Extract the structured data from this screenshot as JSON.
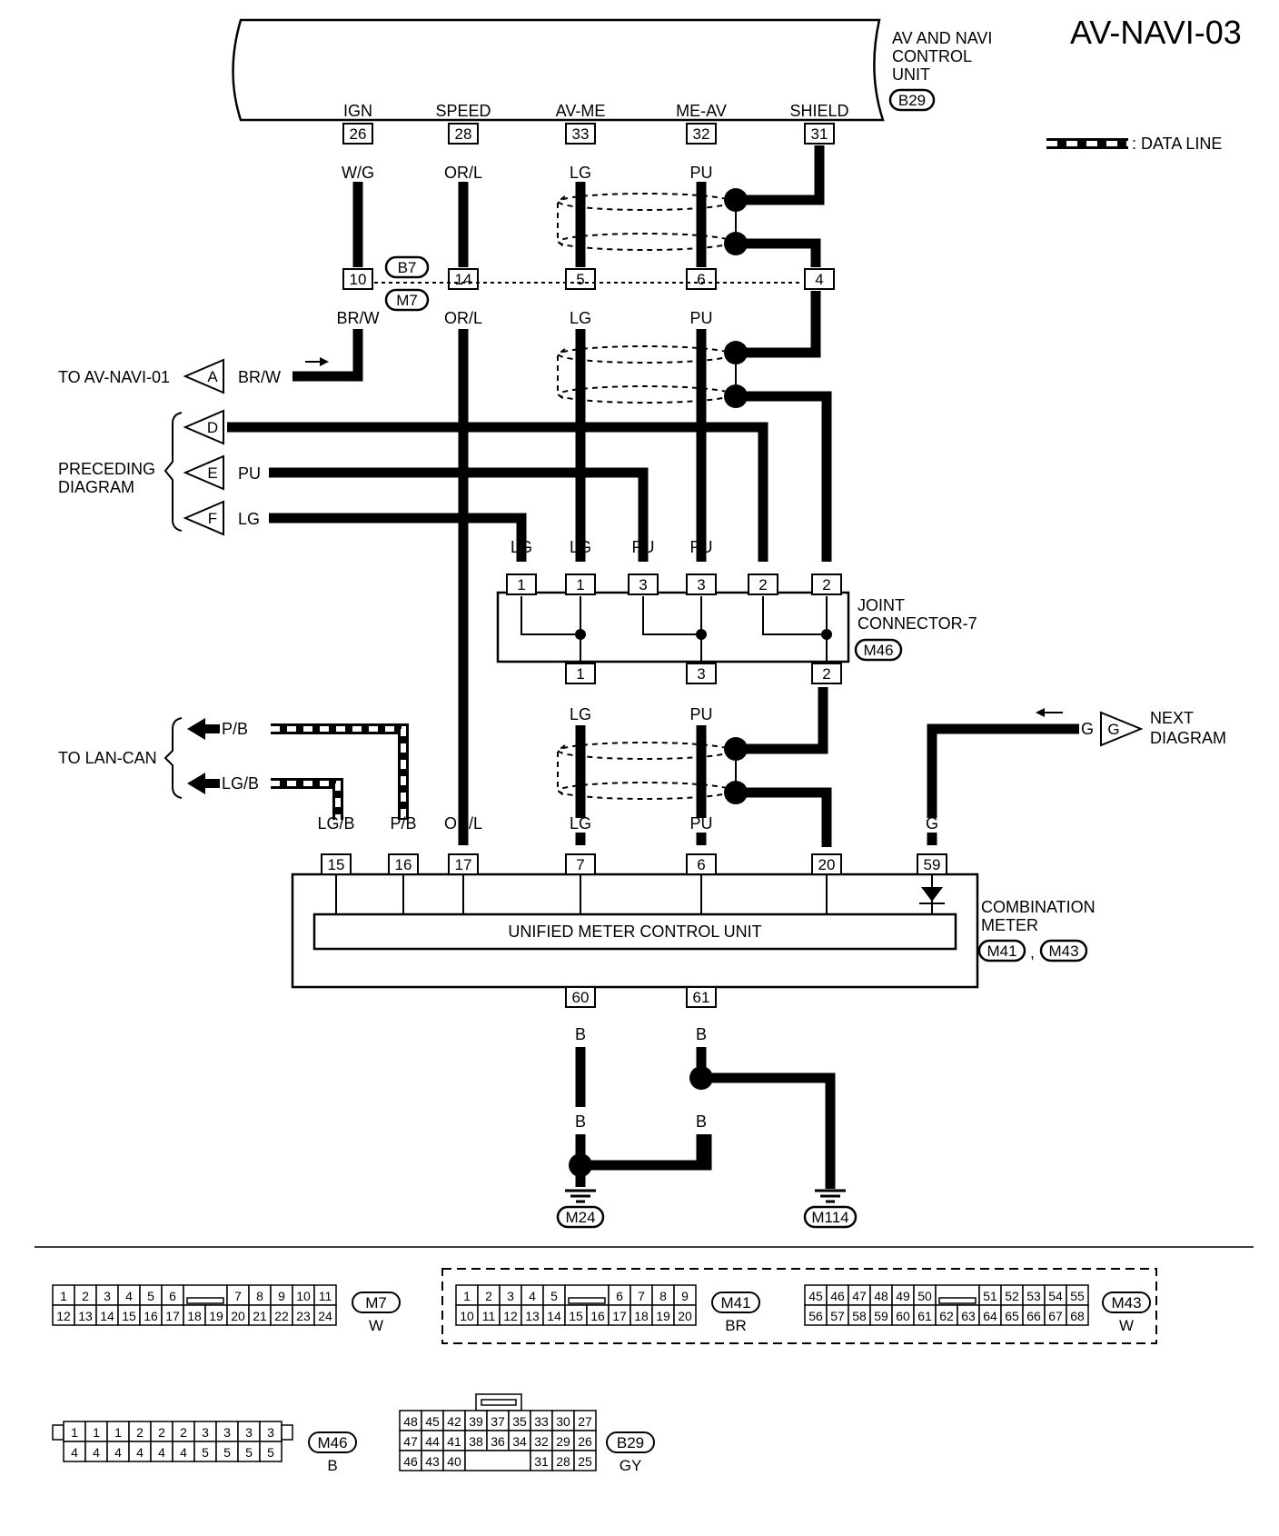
{
  "page_title": "AV-NAVI-03",
  "legend": {
    "data_line": ": DATA LINE"
  },
  "av_navi_unit": {
    "label_lines": [
      "AV AND NAVI",
      "CONTROL",
      "UNIT"
    ],
    "connector": "B29",
    "terminals": [
      {
        "name": "IGN",
        "pin": "26",
        "wire": "W/G"
      },
      {
        "name": "SPEED",
        "pin": "28",
        "wire": "OR/L"
      },
      {
        "name": "AV-ME",
        "pin": "33",
        "wire": "LG"
      },
      {
        "name": "ME-AV",
        "pin": "32",
        "wire": "PU"
      },
      {
        "name": "SHIELD",
        "pin": "31",
        "wire": ""
      }
    ]
  },
  "junction_b7_m7": {
    "connectors": [
      "B7",
      "M7"
    ],
    "pins": [
      "10",
      "14",
      "5",
      "6",
      "4"
    ],
    "wires_below": [
      "BR/W",
      "OR/L",
      "LG",
      "PU"
    ]
  },
  "left_refs": {
    "to_av_navi_01": {
      "text": "TO AV-NAVI-01",
      "letter": "A",
      "wire": "BR/W"
    },
    "preceding": {
      "lines": [
        "PRECEDING",
        "DIAGRAM"
      ],
      "items": [
        {
          "letter": "D",
          "wire": ""
        },
        {
          "letter": "E",
          "wire": "PU"
        },
        {
          "letter": "F",
          "wire": "LG"
        }
      ]
    },
    "lan_can": {
      "text": "TO LAN-CAN",
      "items": [
        {
          "wire": "P/B"
        },
        {
          "wire": "LG/B"
        }
      ]
    }
  },
  "joint_connector": {
    "label_lines": [
      "JOINT",
      "CONNECTOR-7"
    ],
    "connector": "M46",
    "top_pins": [
      "1",
      "1",
      "3",
      "3",
      "2",
      "2"
    ],
    "top_wires": [
      "LG",
      "LG",
      "PU",
      "PU",
      "",
      ""
    ],
    "bottom_pins": [
      "1",
      "3",
      "2"
    ],
    "bottom_wires": [
      "LG",
      "PU"
    ]
  },
  "next_diagram": {
    "letter": "G",
    "wire": "G",
    "lines": [
      "NEXT",
      "DIAGRAM"
    ]
  },
  "combination_meter": {
    "label_lines": [
      "COMBINATION",
      "METER"
    ],
    "connectors": [
      "M41",
      "M43"
    ],
    "separator": ",",
    "inner_unit": "UNIFIED METER CONTROL UNIT",
    "top_pins": [
      "15",
      "16",
      "17",
      "7",
      "6",
      "20",
      "59"
    ],
    "top_wires": [
      "LG/B",
      "P/B",
      "OR/L",
      "LG",
      "PU",
      "",
      "G"
    ],
    "bottom_pins": [
      "60",
      "61"
    ],
    "bottom_wires": [
      "B",
      "B"
    ]
  },
  "grounds": {
    "wires": [
      "B",
      "B",
      "B"
    ],
    "points": [
      "M24",
      "M114"
    ]
  },
  "connector_views": {
    "m7": {
      "id": "M7",
      "color": "W",
      "row1a": [
        "1",
        "2",
        "3",
        "4",
        "5",
        "6"
      ],
      "row1b": [
        "7",
        "8",
        "9",
        "10",
        "11"
      ],
      "row2": [
        "12",
        "13",
        "14",
        "15",
        "16",
        "17",
        "18",
        "19",
        "20",
        "21",
        "22",
        "23",
        "24"
      ]
    },
    "m41": {
      "id": "M41",
      "color": "BR",
      "row1a": [
        "1",
        "2",
        "3",
        "4",
        "5"
      ],
      "row1b": [
        "6",
        "7",
        "8",
        "9"
      ],
      "row2": [
        "10",
        "11",
        "12",
        "13",
        "14",
        "15",
        "16",
        "17",
        "18",
        "19",
        "20"
      ]
    },
    "m43": {
      "id": "M43",
      "color": "W",
      "row1a": [
        "45",
        "46",
        "47",
        "48",
        "49",
        "50"
      ],
      "row1b": [
        "51",
        "52",
        "53",
        "54",
        "55"
      ],
      "row2": [
        "56",
        "57",
        "58",
        "59",
        "60",
        "61",
        "62",
        "63",
        "64",
        "65",
        "66",
        "67",
        "68"
      ]
    },
    "m46": {
      "id": "M46",
      "color": "B",
      "row1": [
        "1",
        "1",
        "1",
        "2",
        "2",
        "2",
        "3",
        "3",
        "3",
        "3"
      ],
      "row2": [
        "4",
        "4",
        "4",
        "4",
        "4",
        "4",
        "5",
        "5",
        "5",
        "5"
      ]
    },
    "b29": {
      "id": "B29",
      "color": "GY",
      "row1": [
        "48",
        "45",
        "42",
        "39",
        "37",
        "35",
        "33",
        "30",
        "27"
      ],
      "row2": [
        "47",
        "44",
        "41",
        "38",
        "36",
        "34",
        "32",
        "29",
        "26"
      ],
      "row3a": [
        "46",
        "43",
        "40"
      ],
      "row3b": [
        "31",
        "28",
        "25"
      ]
    }
  }
}
